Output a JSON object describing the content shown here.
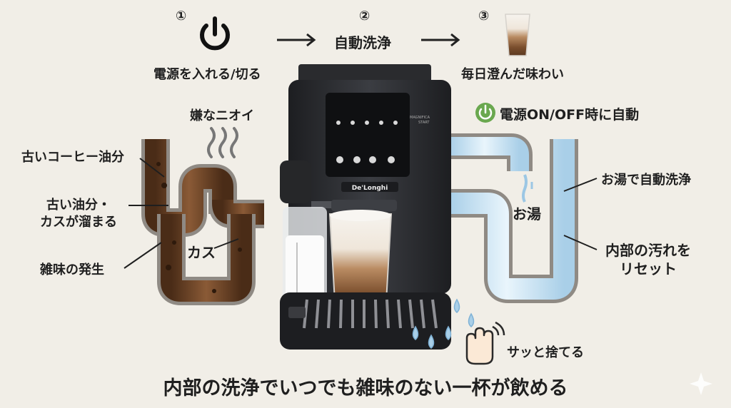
{
  "steps": [
    {
      "num": "①",
      "label": "電源を入れる/切る",
      "icon": "power-icon"
    },
    {
      "num": "②",
      "label": "自動洗浄"
    },
    {
      "num": "③",
      "label": "毎日澄んだ味わい",
      "icon": "latte-glass-icon"
    }
  ],
  "left": {
    "smell": "嫌なニオイ",
    "old_oil": "古いコーヒー油分",
    "buildup": "古い油分・\nカスが溜まる",
    "buildup_line1": "古い油分・",
    "buildup_line2": "カスが溜まる",
    "off_taste": "雑味の発生",
    "residue": "カス"
  },
  "right": {
    "auto_badge": "電源ON/OFF時に自動",
    "hot_water": "お湯",
    "auto_rinse": "お湯で自動洗浄",
    "reset_line1": "内部の汚れを",
    "reset_line2": "リセット",
    "discard": "サッと捨てる"
  },
  "machine": {
    "brand": "De'Longhi",
    "model_line1": "MAGNIFICA",
    "model_line2": "START"
  },
  "caption": "内部の洗浄でいつでも雑味のない一杯が飲める",
  "colors": {
    "background": "#f1eee7",
    "dirty_pipe": "#6b4226",
    "clean_pipe": "#cfe6f5",
    "badge_green": "#6aa84f",
    "machine_body": "#2e2f33"
  }
}
